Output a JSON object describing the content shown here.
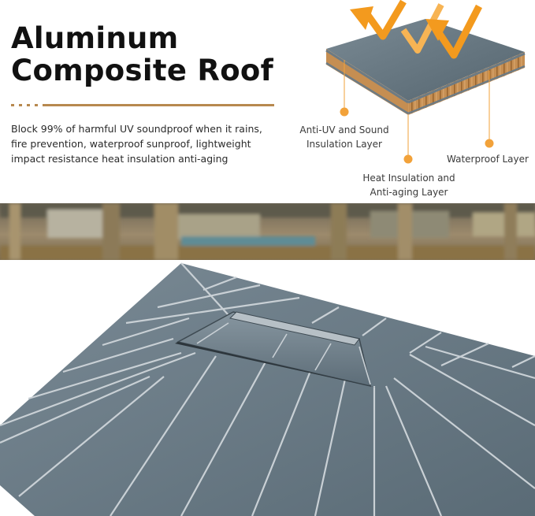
{
  "heading": {
    "line1": "Aluminum",
    "line2": "Composite Roof"
  },
  "description": "Block 99% of harmful UV soundproof when it rains, fire prevention, waterproof sunproof, lightweight impact resistance heat insulation anti-aging",
  "layers": {
    "anti_uv": {
      "line1": "Anti-UV and Sound",
      "line2": "Insulation Layer"
    },
    "heat": {
      "line1": "Heat Insulation and",
      "line2": "Anti-aging Layer"
    },
    "waterproof": {
      "line1": "Waterproof Layer"
    }
  },
  "colors": {
    "accent": "#b7894f",
    "marker": "#f2a23a",
    "arrow": "#f39a1e",
    "panel": "#667783",
    "core": "#c58e52"
  }
}
